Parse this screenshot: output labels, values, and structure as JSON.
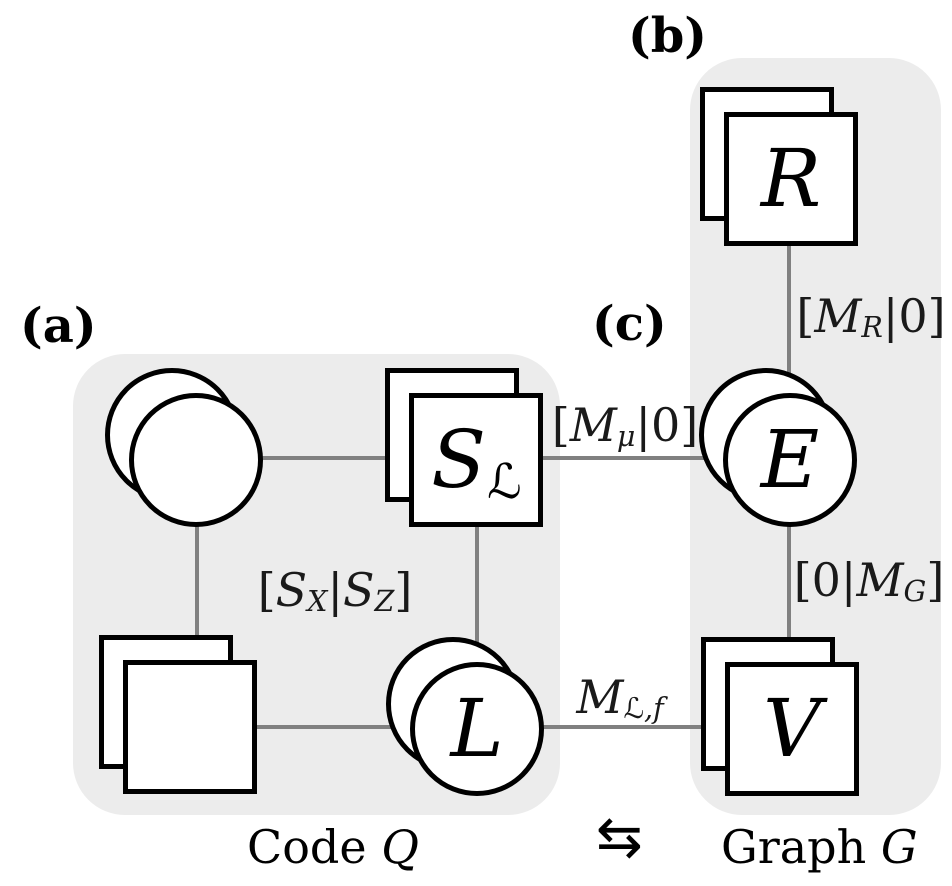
{
  "figure": {
    "panel_labels": {
      "a": "(a)",
      "b": "(b)",
      "c": "(c)"
    },
    "nodes": {
      "blank_circle": {
        "label": ""
      },
      "sl_square": {
        "main": "S",
        "sub": "ℒ"
      },
      "blank_square": {
        "label": ""
      },
      "l_circle": {
        "label": "L"
      },
      "r_square": {
        "label": "R"
      },
      "e_circle": {
        "label": "E"
      },
      "v_square": {
        "label": "V"
      }
    },
    "edge_labels": {
      "sx_sz": {
        "b1": "[",
        "m1": "S",
        "s1": "X",
        "bar": "|",
        "m2": "S",
        "s2": "Z",
        "b2": "]"
      },
      "m_mu": {
        "b1": "[",
        "m1": "M",
        "s1": "μ",
        "rest": "|0]"
      },
      "m_r": {
        "b1": "[",
        "m1": "M",
        "s1": "R",
        "rest": "|0]"
      },
      "m_g": {
        "pre": "[0|",
        "m1": "M",
        "s1": "G",
        "b2": "]"
      },
      "m_lf": {
        "m1": "M",
        "s1": "ℒ,f"
      }
    },
    "captions": {
      "code_word": "Code",
      "code_symbol": "Q",
      "equiv_arrows": "⇆",
      "graph_word": "Graph",
      "graph_symbol": "G"
    },
    "colors": {
      "panel_bg": "#ececec",
      "edge": "#808080",
      "node_border": "#000000",
      "node_fill": "#ffffff",
      "text": "#000000"
    }
  }
}
